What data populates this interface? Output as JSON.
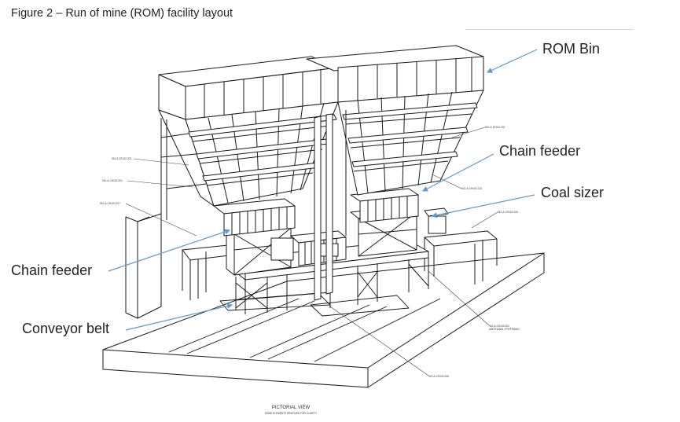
{
  "figure": {
    "title": "Figure 2 – Run of mine (ROM) facility layout"
  },
  "callouts": {
    "rom_bin": "ROM Bin",
    "chain_feeder_right": "Chain feeder",
    "coal_sizer": "Coal sizer",
    "chain_feeder_left": "Chain feeder",
    "conveyor_belt": "Conveyor belt"
  },
  "drawing": {
    "caption": "PICTORIAL VIEW",
    "subcaption": "SOME ELEMENTS REMOVED FOR CLARITY",
    "tags": {
      "tag1": "910-S-ST102-201",
      "tag2": "910-S-ST102-202",
      "tag3": "910-A-CH102-201",
      "tag4": "910-A-CH102-210",
      "tag5": "910-A-CH102-207",
      "tag6": "910-A-CH102-206",
      "tag7": "910-A-CH102-201",
      "tag7b": "ADDITIONAL STIFFENING",
      "tag8": "910-A-CH102-206"
    }
  },
  "colors": {
    "leader": "#5b9bd5",
    "line": "#1a1a1a"
  }
}
